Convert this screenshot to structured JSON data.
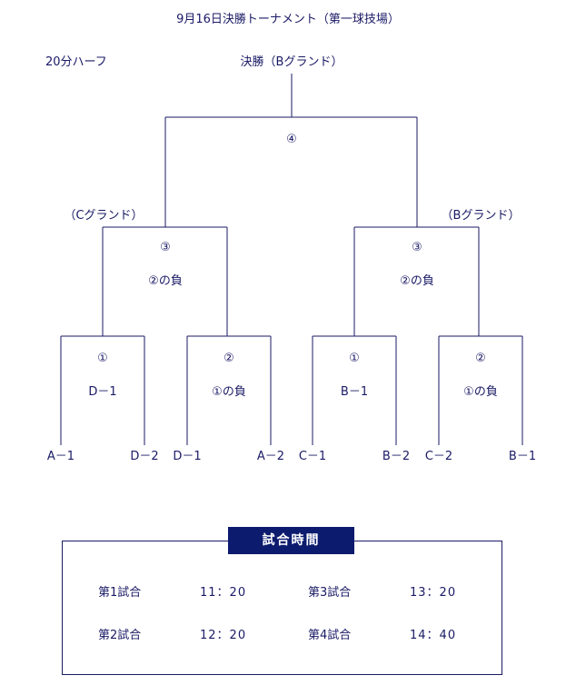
{
  "header": {
    "title": "9月16日決勝トーナメント（第一球技場）",
    "duration": "20分ハーフ",
    "final_label": "決勝（Bグランド）"
  },
  "bracket": {
    "final_match": "④",
    "left_ground": "（Cグランド）",
    "right_ground": "（Bグランド）",
    "left_semi": {
      "match": "③",
      "desc": "②の負"
    },
    "right_semi": {
      "match": "③",
      "desc": "②の負"
    },
    "first_round": [
      {
        "match": "①",
        "desc": "D－1"
      },
      {
        "match": "②",
        "desc": "①の負"
      },
      {
        "match": "①",
        "desc": "B－1"
      },
      {
        "match": "②",
        "desc": "①の負"
      }
    ],
    "teams": [
      "A－1",
      "D－2",
      "D－1",
      "A－2",
      "C－1",
      "B－2",
      "C－2",
      "B－1"
    ]
  },
  "schedule": {
    "title": "試合時間",
    "rows": [
      {
        "match": "第1試合",
        "time": "11：20"
      },
      {
        "match": "第3試合",
        "time": "13：20"
      },
      {
        "match": "第2試合",
        "time": "12：20"
      },
      {
        "match": "第4試合",
        "time": "14：40"
      }
    ]
  },
  "colors": {
    "line": "#1a1a66",
    "title_bg": "#0c1b6e"
  }
}
